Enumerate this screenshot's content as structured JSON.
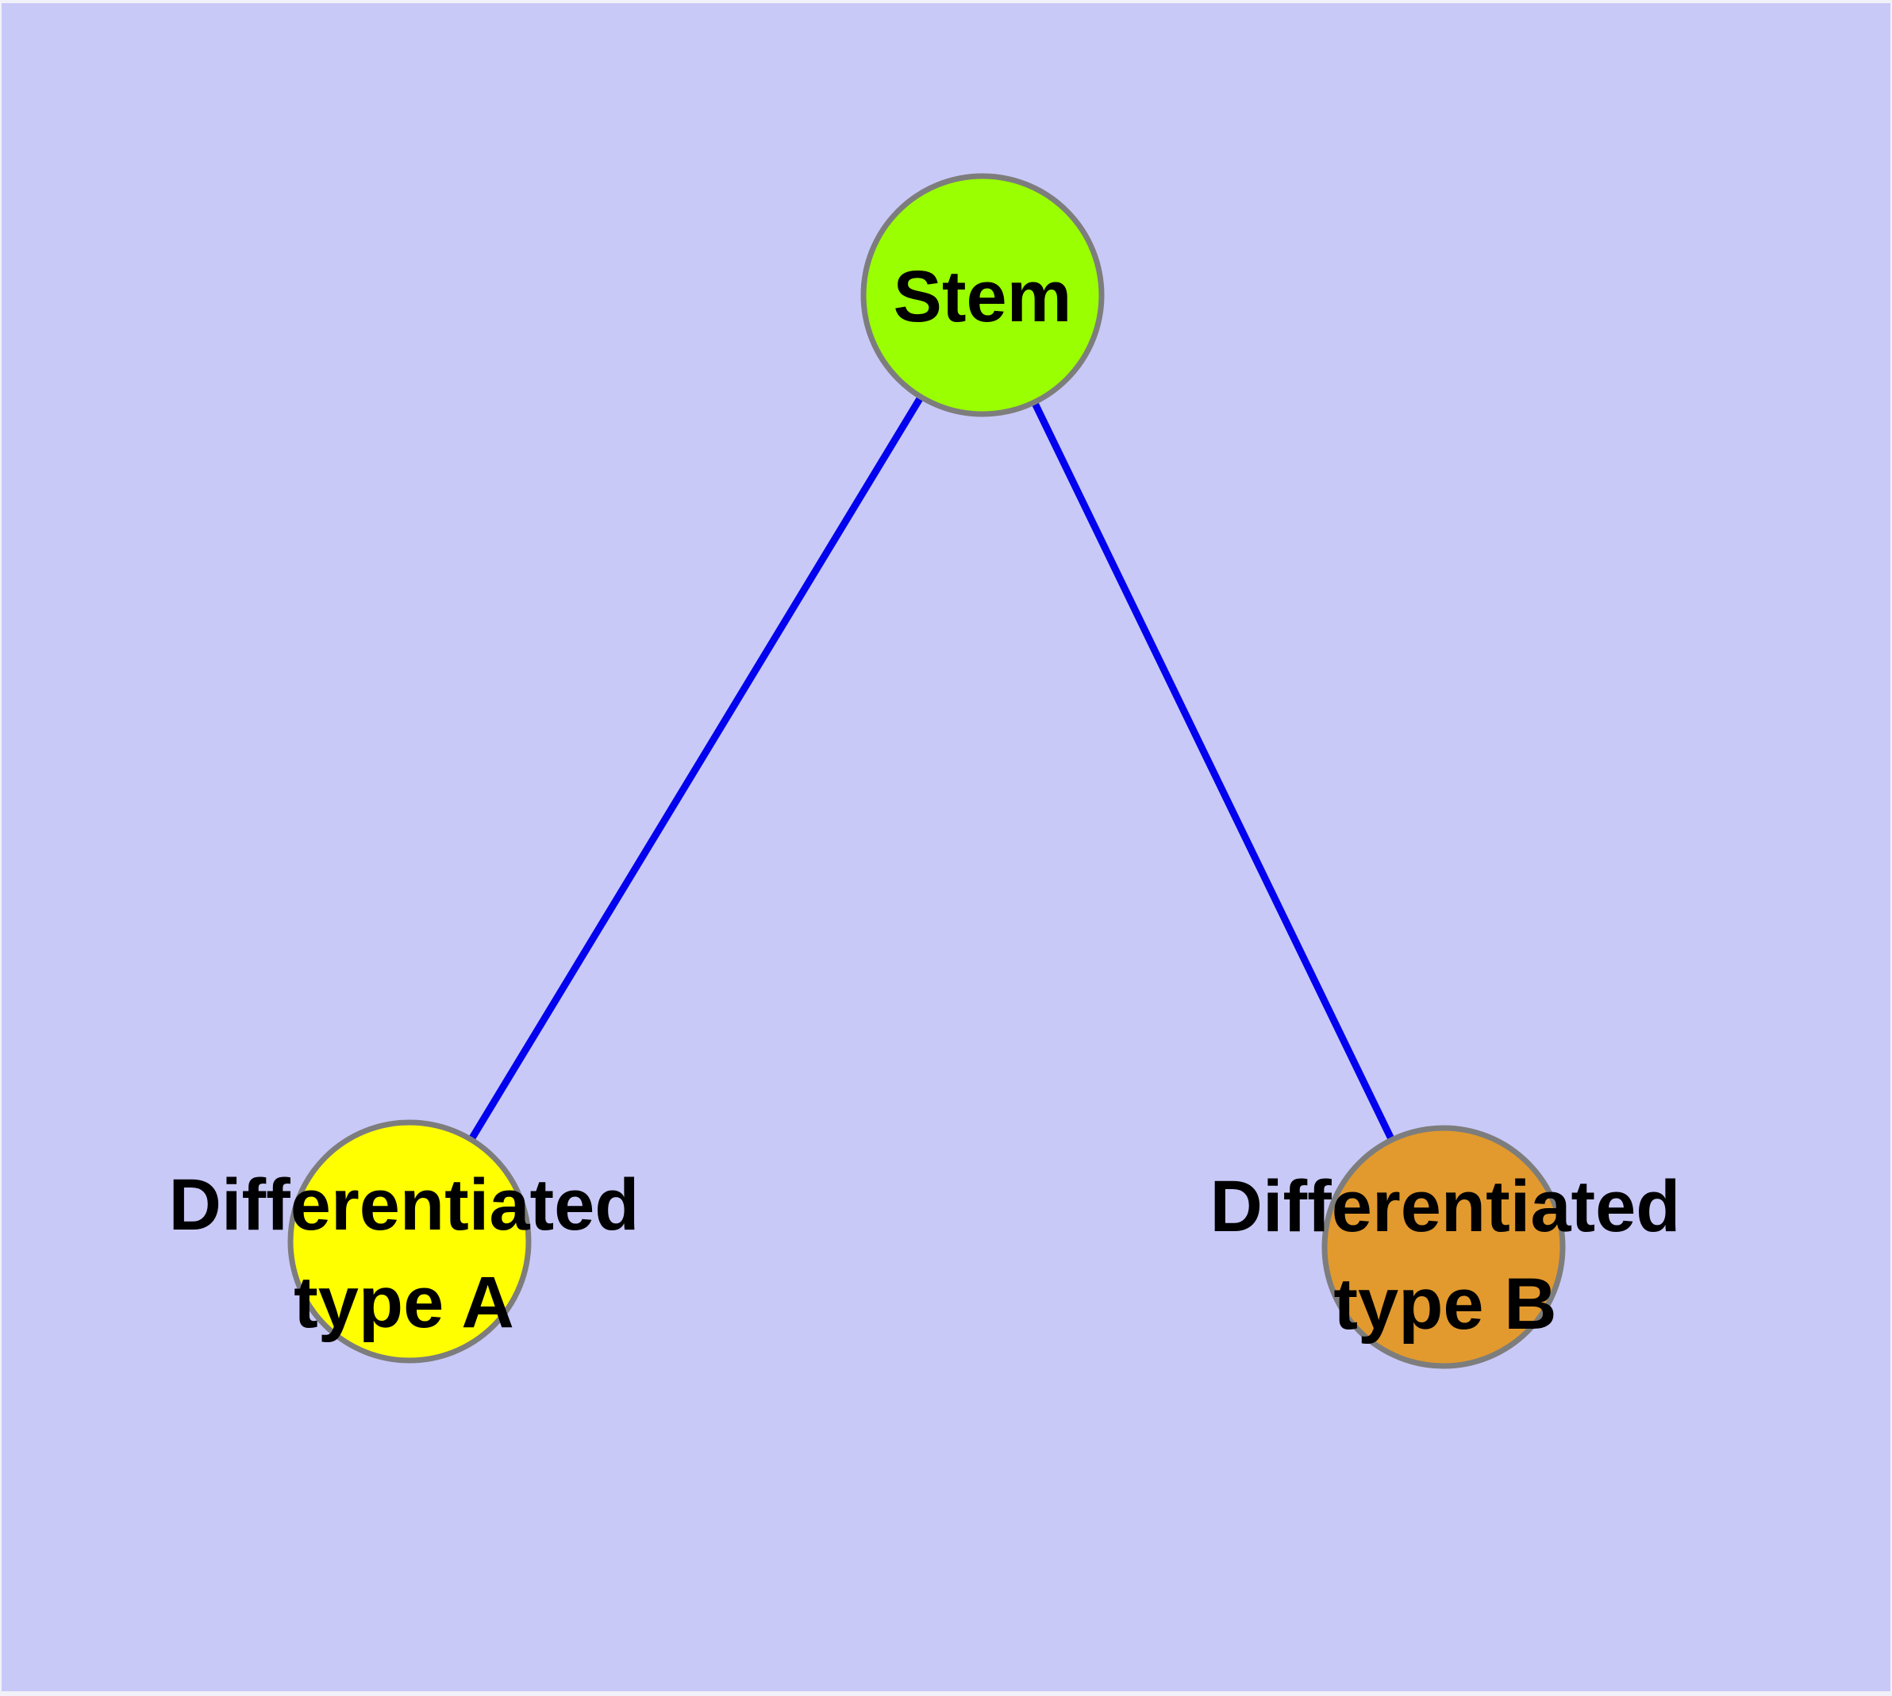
{
  "background_color": "#c9c9f8",
  "frame_color": "#f1f1f9",
  "text_color": "#000000",
  "node_border_color": "#7d7d7d",
  "edge": {
    "color": "#0202ee"
  },
  "nodes": {
    "stem": {
      "label": "Stem",
      "fill": "#9aff00"
    },
    "type_a": {
      "label_line1": "Differentiated",
      "label_line2": "type A",
      "fill": "#ffff00"
    },
    "type_b": {
      "label_line1": "Differentiated",
      "label_line2": "type B",
      "fill": "#e29a2e"
    }
  },
  "edges": [
    {
      "from": "Stem",
      "to": "Differentiated type A"
    },
    {
      "from": "Stem",
      "to": "Differentiated type B"
    }
  ]
}
